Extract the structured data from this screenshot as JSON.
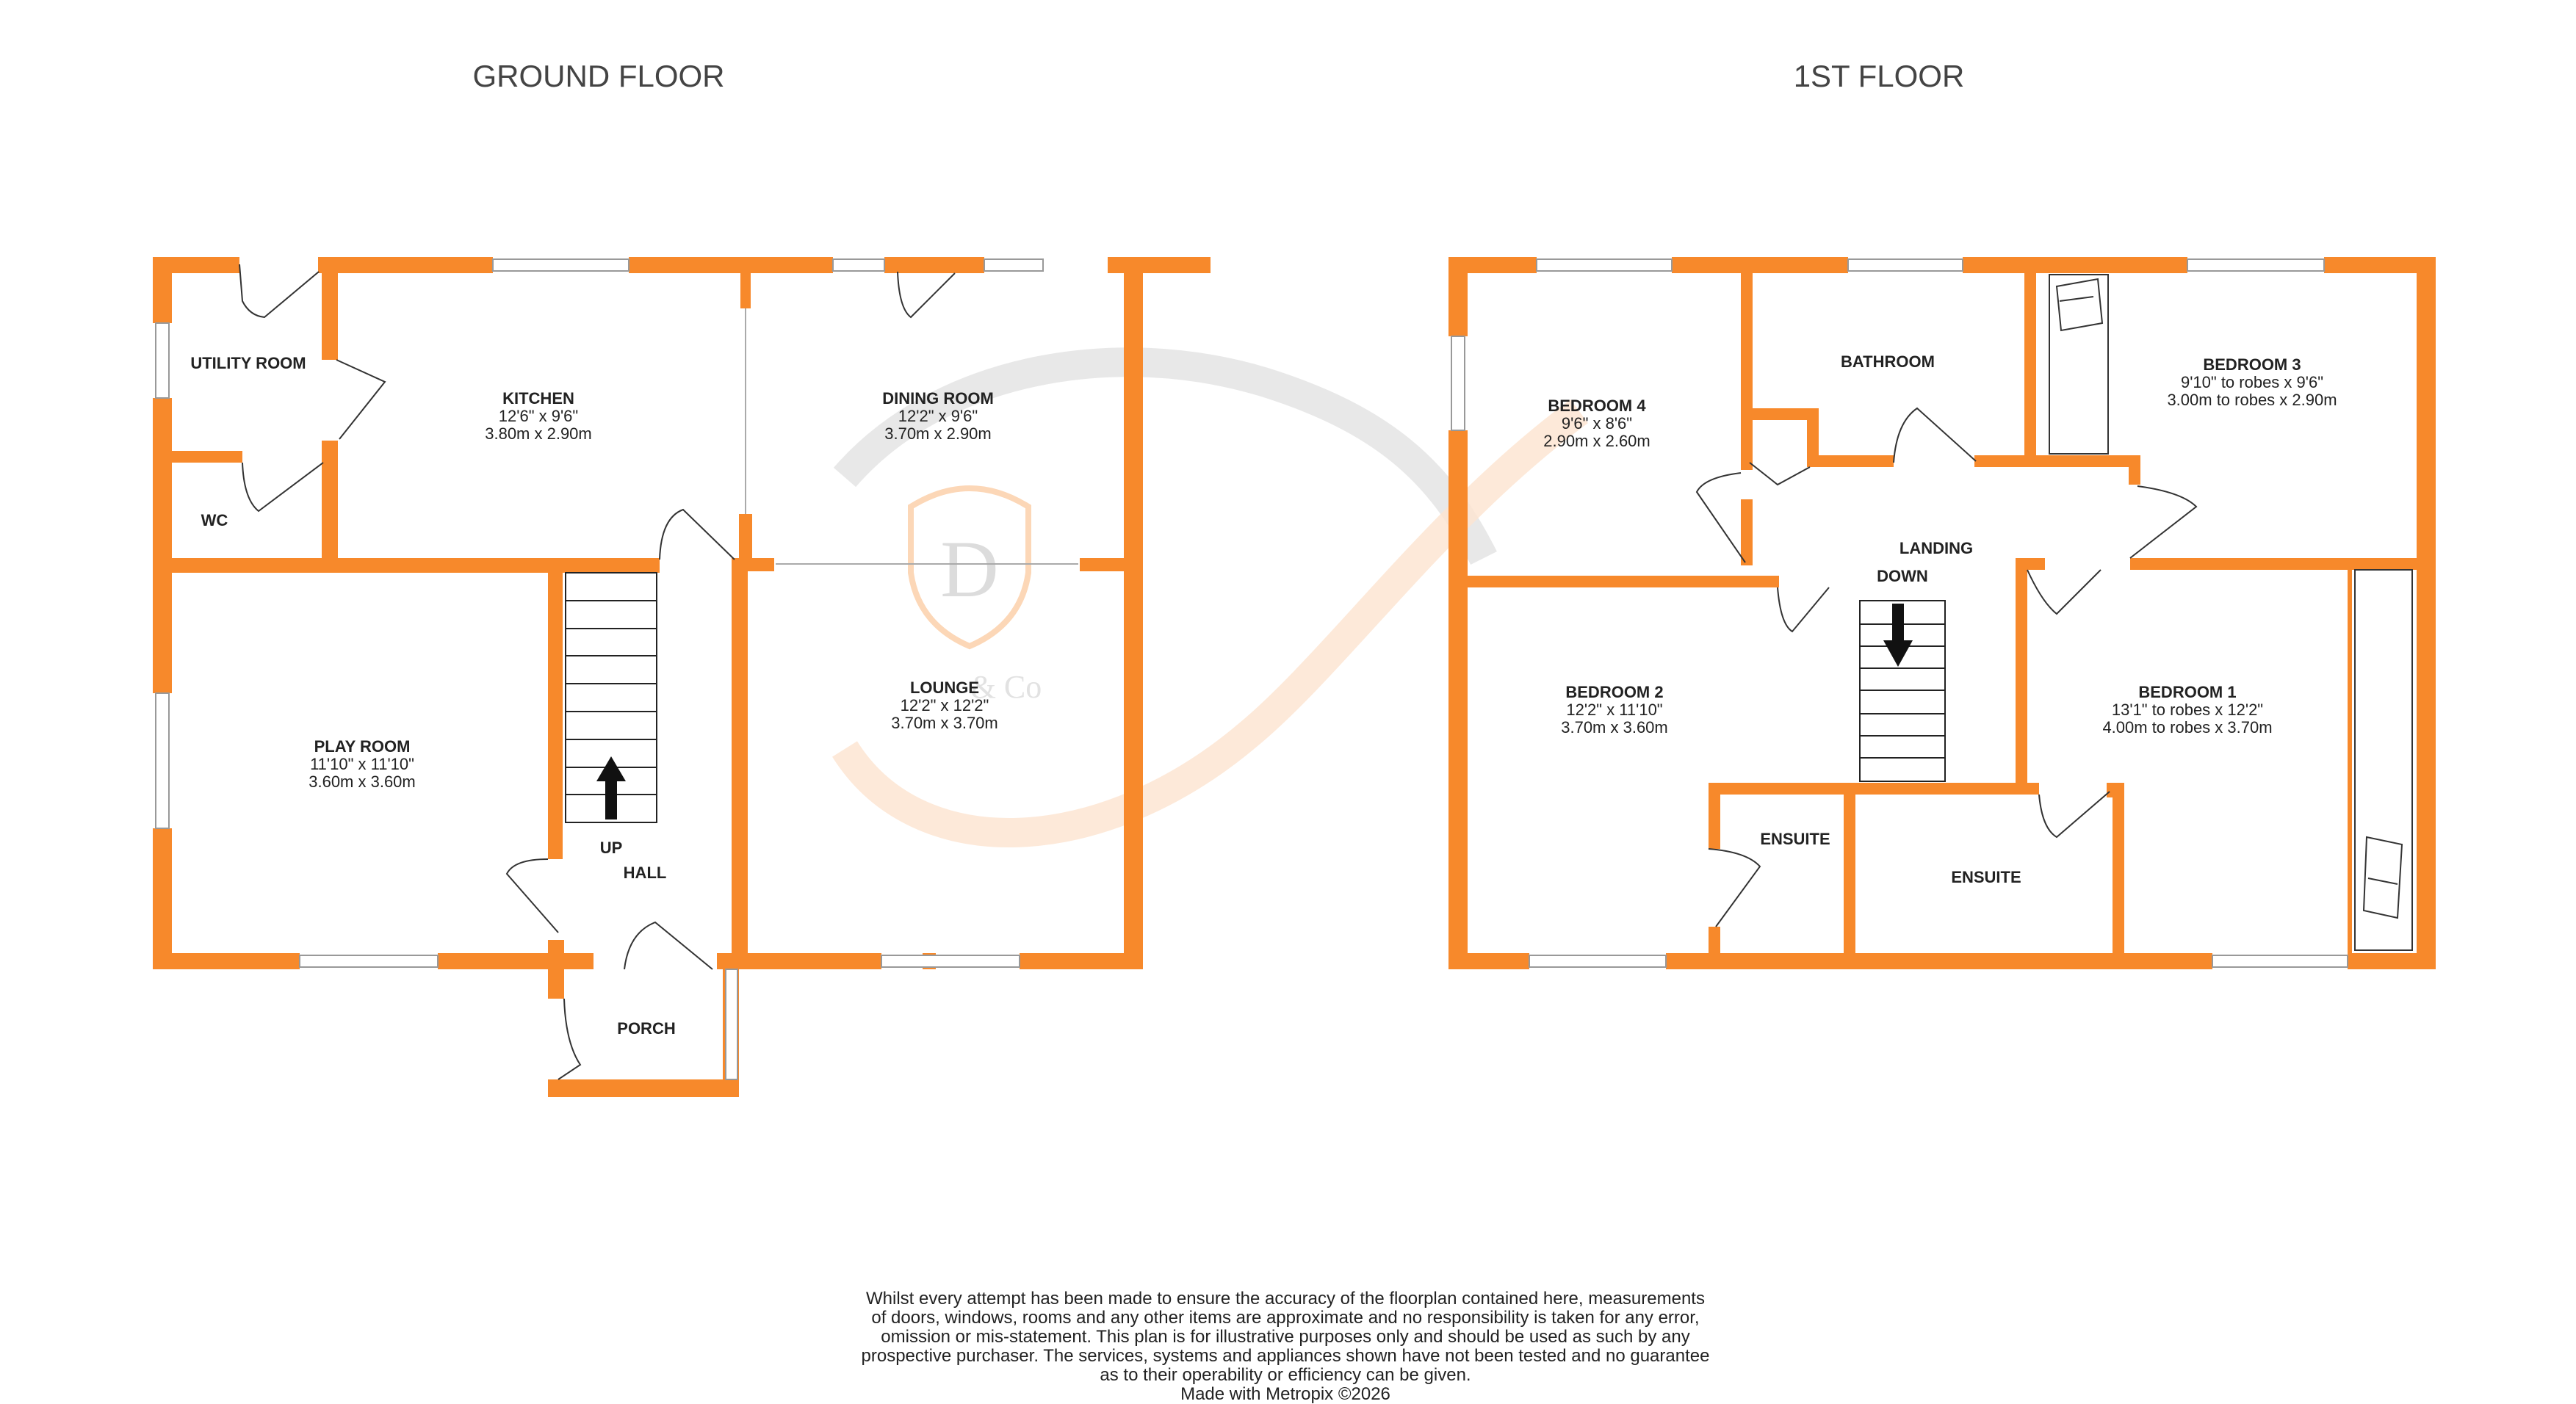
{
  "colors": {
    "wall": "#f7892b",
    "text": "#222222",
    "stair": "#444444",
    "watermark_grey": "#d9d9d9",
    "watermark_orange": "#fde1c8"
  },
  "floors": {
    "ground": {
      "title": "GROUND FLOOR"
    },
    "first": {
      "title": "1ST FLOOR"
    }
  },
  "rooms": {
    "utility": {
      "name": "UTILITY ROOM"
    },
    "wc": {
      "name": "WC"
    },
    "kitchen": {
      "name": "KITCHEN",
      "dim_imperial": "12'6\"  x 9'6\"",
      "dim_metric": "3.80m  x 2.90m"
    },
    "dining": {
      "name": "DINING ROOM",
      "dim_imperial": "12'2\"  x 9'6\"",
      "dim_metric": "3.70m  x 2.90m"
    },
    "play": {
      "name": "PLAY ROOM",
      "dim_imperial": "11'10\"  x 11'10\"",
      "dim_metric": "3.60m  x 3.60m"
    },
    "lounge": {
      "name": "LOUNGE",
      "dim_imperial": "12'2\"  x 12'2\"",
      "dim_metric": "3.70m  x 3.70m"
    },
    "hall": {
      "name": "HALL"
    },
    "porch": {
      "name": "PORCH"
    },
    "bedroom4": {
      "name": "BEDROOM 4",
      "dim_imperial": "9'6\"  x 8'6\"",
      "dim_metric": "2.90m  x 2.60m"
    },
    "bathroom": {
      "name": "BATHROOM"
    },
    "bedroom3": {
      "name": "BEDROOM 3",
      "dim_imperial": "9'10\" to robes x 9'6\"",
      "dim_metric": "3.00m to robes x 2.90m"
    },
    "landing": {
      "name": "LANDING"
    },
    "bedroom2": {
      "name": "BEDROOM 2",
      "dim_imperial": "12'2\"  x 11'10\"",
      "dim_metric": "3.70m  x 3.60m"
    },
    "ensuite_small": {
      "name": "ENSUITE"
    },
    "ensuite_large": {
      "name": "ENSUITE"
    },
    "bedroom1": {
      "name": "BEDROOM 1",
      "dim_imperial": "13'1\" to robes x 12'2\"",
      "dim_metric": "4.00m to robes x 3.70m"
    }
  },
  "stairs": {
    "up_label": "UP",
    "down_label": "DOWN"
  },
  "watermark": {
    "letter": "D",
    "text": "& Co"
  },
  "disclaimer": {
    "lines": [
      "Whilst every attempt has been made to ensure the accuracy of the floorplan contained here, measurements",
      "of doors, windows, rooms and any other items are approximate and no responsibility is taken for any error,",
      "omission or mis-statement. This plan is for illustrative purposes only and should be used as such by any",
      "prospective purchaser. The services, systems and appliances shown have not been tested and no guarantee",
      "as to their operability or efficiency can be given.",
      "Made with Metropix ©2026"
    ]
  }
}
